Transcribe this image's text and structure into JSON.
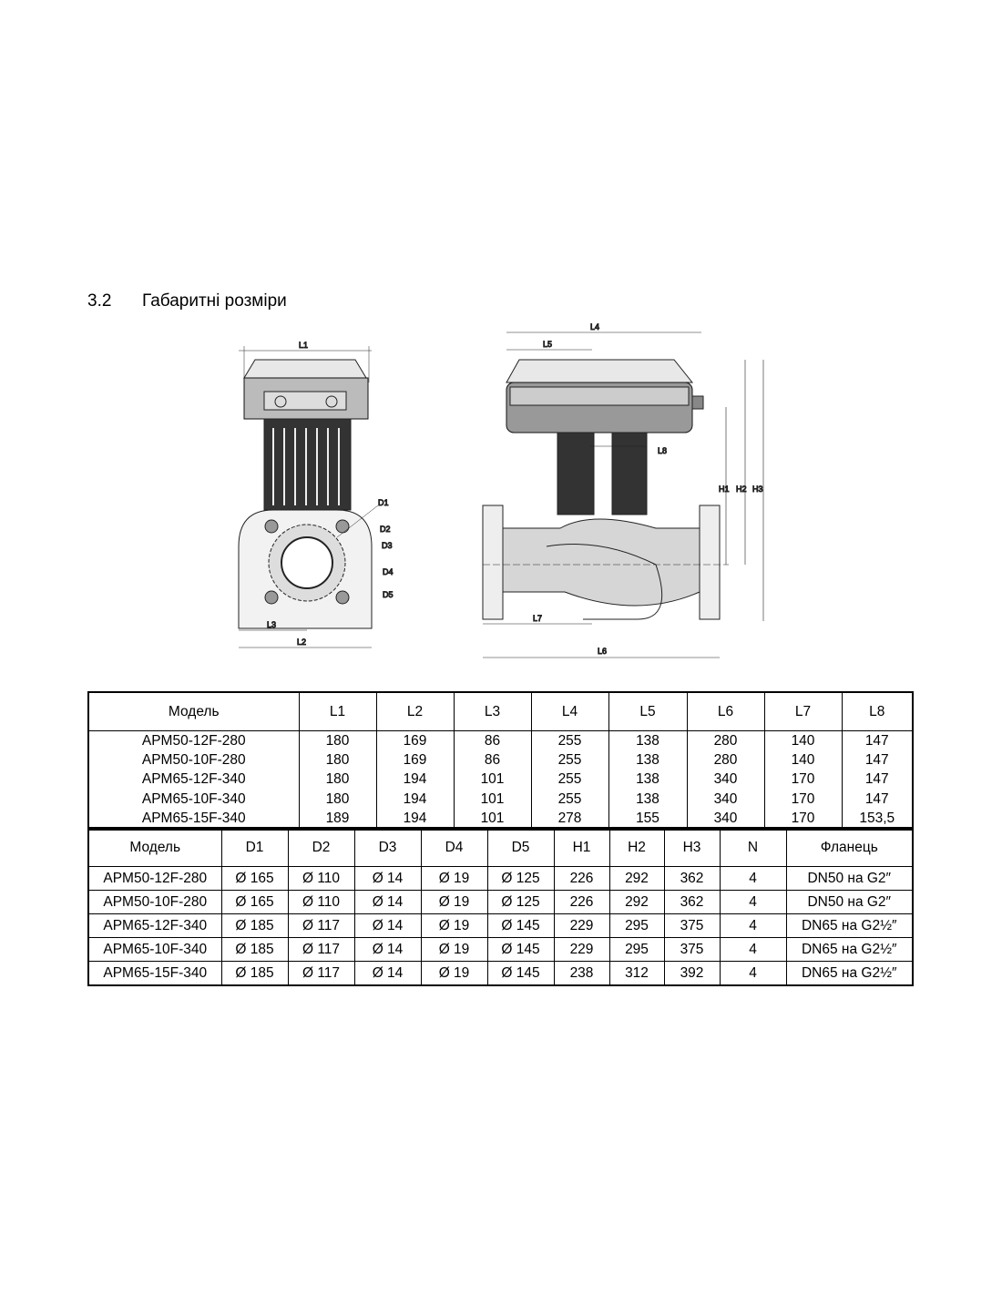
{
  "section": {
    "number": "3.2",
    "title": "Габаритні розміри"
  },
  "drawing_labels": {
    "front": {
      "L1": "L1",
      "L2": "L2",
      "L3": "L3",
      "D1": "D1",
      "D2": "D2",
      "D3": "D3",
      "D4": "D4",
      "D5": "D5"
    },
    "side": {
      "L4": "L4",
      "L5": "L5",
      "L6": "L6",
      "L7": "L7",
      "L8": "L8",
      "H1": "H1",
      "H2": "H2",
      "H3": "H3"
    }
  },
  "table1": {
    "headers": [
      "Модель",
      "L1",
      "L2",
      "L3",
      "L4",
      "L5",
      "L6",
      "L7",
      "L8"
    ],
    "rows": [
      [
        "APM50-12F-280",
        "180",
        "169",
        "86",
        "255",
        "138",
        "280",
        "140",
        "147"
      ],
      [
        "APM50-10F-280",
        "180",
        "169",
        "86",
        "255",
        "138",
        "280",
        "140",
        "147"
      ],
      [
        "APM65-12F-340",
        "180",
        "194",
        "101",
        "255",
        "138",
        "340",
        "170",
        "147"
      ],
      [
        "APM65-10F-340",
        "180",
        "194",
        "101",
        "255",
        "138",
        "340",
        "170",
        "147"
      ],
      [
        "APM65-15F-340",
        "189",
        "194",
        "101",
        "278",
        "155",
        "340",
        "170",
        "153,5"
      ]
    ]
  },
  "table2": {
    "headers": [
      "Модель",
      "D1",
      "D2",
      "D3",
      "D4",
      "D5",
      "H1",
      "H2",
      "H3",
      "N",
      "Фланець"
    ],
    "rows": [
      [
        "APM50-12F-280",
        "Ø 165",
        "Ø 110",
        "Ø 14",
        "Ø 19",
        "Ø 125",
        "226",
        "292",
        "362",
        "4",
        "DN50 на G2″"
      ],
      [
        "APM50-10F-280",
        "Ø 165",
        "Ø 110",
        "Ø 14",
        "Ø 19",
        "Ø 125",
        "226",
        "292",
        "362",
        "4",
        "DN50 на G2″"
      ],
      [
        "APM65-12F-340",
        "Ø 185",
        "Ø 117",
        "Ø 14",
        "Ø 19",
        "Ø 145",
        "229",
        "295",
        "375",
        "4",
        "DN65 на G2½″"
      ],
      [
        "APM65-10F-340",
        "Ø 185",
        "Ø 117",
        "Ø 14",
        "Ø 19",
        "Ø 145",
        "229",
        "295",
        "375",
        "4",
        "DN65 на G2½″"
      ],
      [
        "APM65-15F-340",
        "Ø 185",
        "Ø 117",
        "Ø 14",
        "Ø 19",
        "Ø 145",
        "238",
        "312",
        "392",
        "4",
        "DN65 на G2½″"
      ]
    ]
  }
}
